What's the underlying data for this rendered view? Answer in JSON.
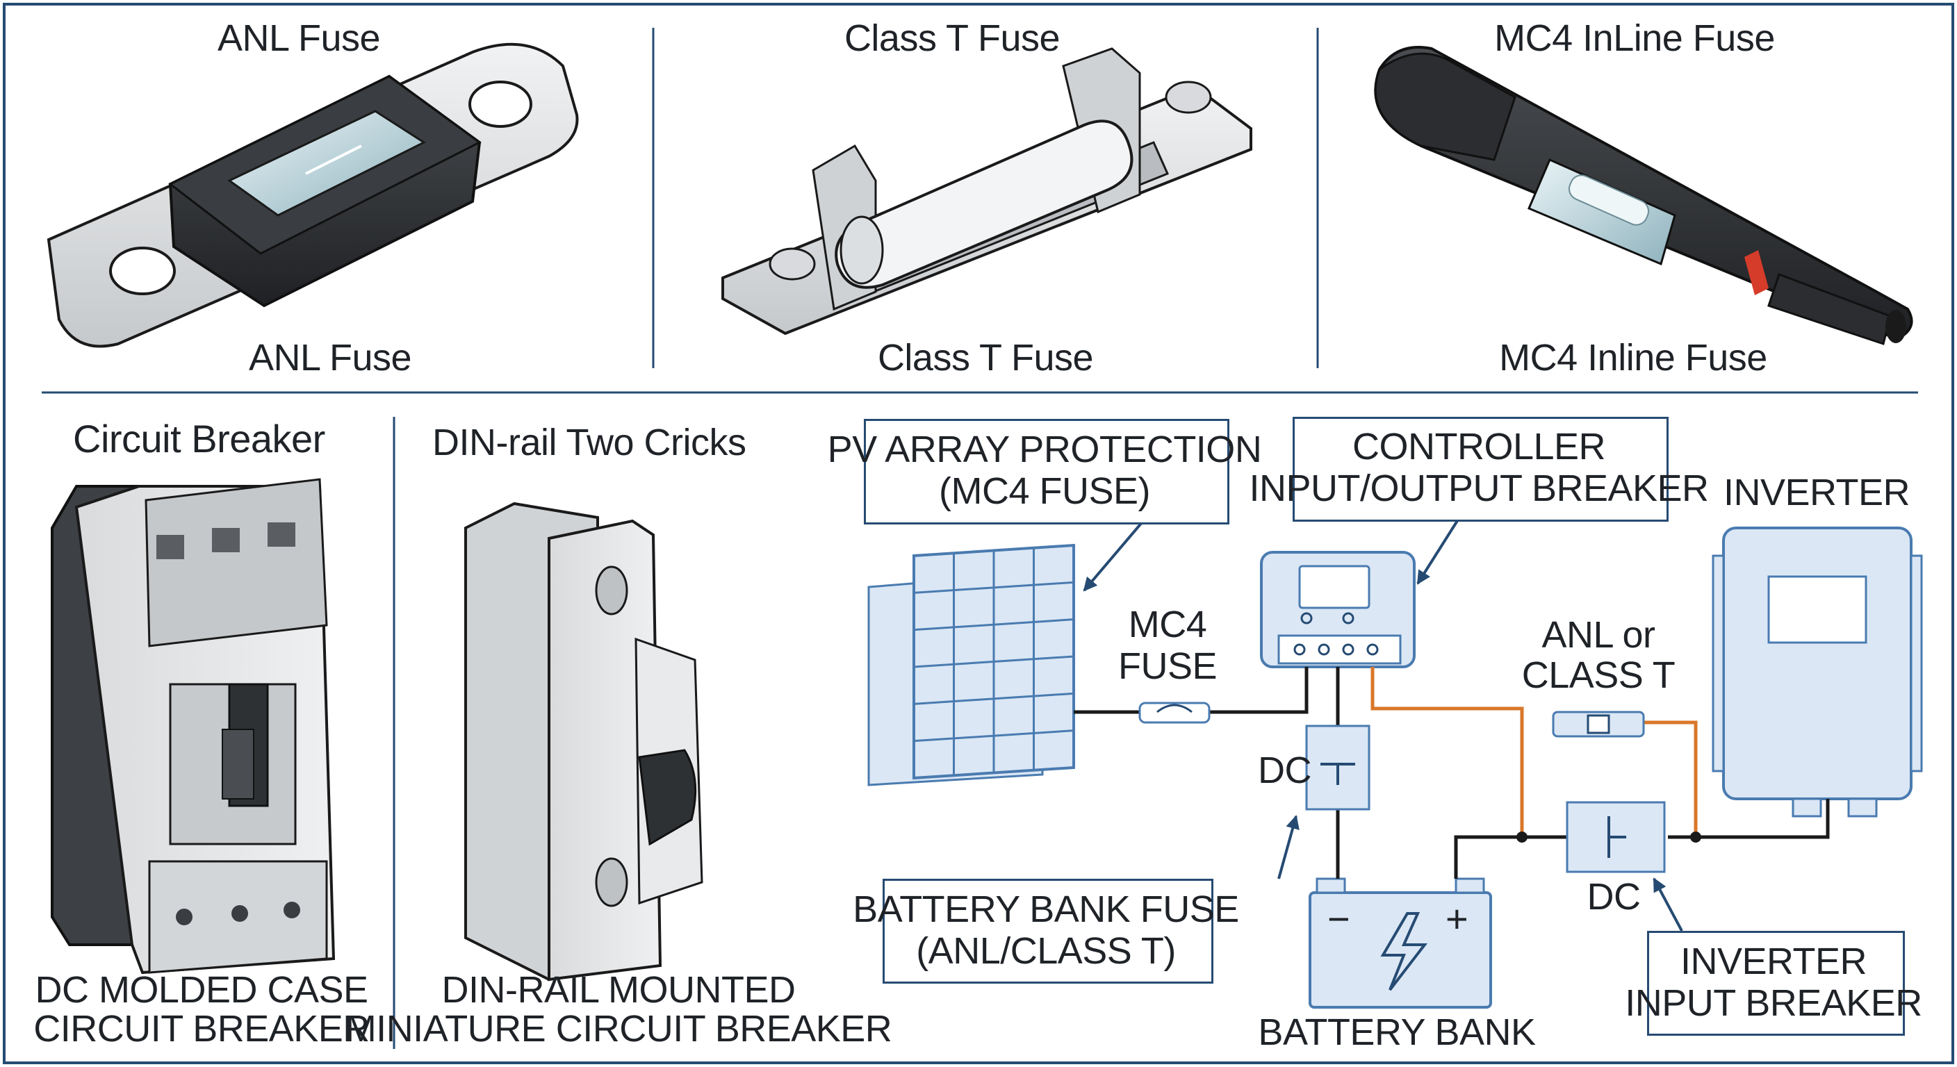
{
  "top_panels": [
    {
      "heading": "ANL Fuse",
      "caption": "ANL Fuse"
    },
    {
      "heading": "Class T Fuse",
      "caption": "Class T Fuse"
    },
    {
      "heading": "MC4 InLine Fuse",
      "caption": "MC4 Inline Fuse"
    }
  ],
  "bottom_left": {
    "heading": "Circuit Breaker",
    "caption_line1": "DC MOLDED CASE",
    "caption_line2": "CIRCUIT BREAKER"
  },
  "bottom_mid": {
    "heading": "DIN-rail Two Cricks",
    "caption_line1": "DIN-RAIL MOUNTED",
    "caption_line2": "MINIATURE CIRCUIT BREAKER"
  },
  "wiring": {
    "pv_callout": [
      "PV ARRAY PROTECTION",
      "(MC4 FUSE)"
    ],
    "controller_callout": [
      "CONTROLLER",
      "INPUT/OUTPUT BREAKER"
    ],
    "inverter_label": "INVERTER",
    "mc4_fuse_label": [
      "MC4",
      "FUSE"
    ],
    "anl_label": [
      "ANL or",
      "CLASS T"
    ],
    "dc_left": "DC",
    "dc_right": "DC",
    "battery_fuse_callout": [
      "BATTERY BANK FUSE",
      "(ANL/CLASS T)"
    ],
    "battery_label": "BATTERY BANK",
    "inverter_breaker_callout": [
      "INVERTER",
      "INPUT BREAKER"
    ],
    "battery_minus": "−",
    "battery_plus": "+"
  },
  "colors": {
    "frame": "#264b73",
    "diagram_blue": "#4a7bb0",
    "diagram_fill": "#dbe7f5",
    "wire_black": "#1a1a1a",
    "wire_orange": "#d9772a"
  },
  "icons": [
    "anl-fuse-illustration",
    "class-t-fuse-illustration",
    "mc4-inline-fuse-illustration",
    "molded-case-breaker-illustration",
    "din-rail-breaker-illustration",
    "solar-panel-icon",
    "charge-controller-icon",
    "inverter-icon",
    "battery-icon",
    "lightning-bolt-icon"
  ]
}
